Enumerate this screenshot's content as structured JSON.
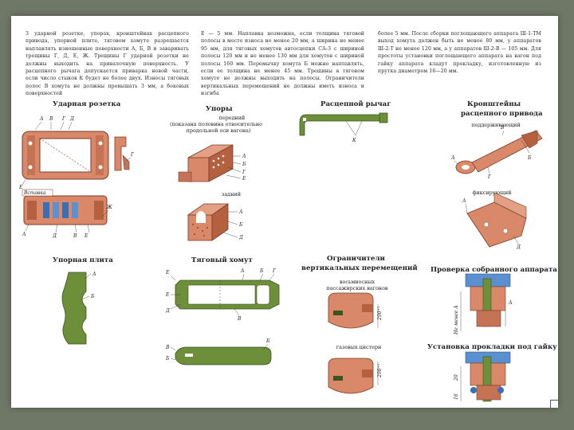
{
  "text_columns": [
    "З ударной розетке, упорах, кронштейнах расцепного привода, упорной плите, тяговом хомуте разрешается наплавлять изношенные поверхности А, Б, В и заваривать трещины Г, Д, Е, Ж. Трещины Г ударной розетки не должны выходить на привалочную поверхность. У расцепного рычага допускается приварка новой части, если число стыков К будет не более двух. Износы тяговых полос В хомута не должны превышать 3 мм, а боковых поверхностей",
    "Е — 5 мм. Наплавка возможна, если толщина тяговой полосы в месте износа не менее 20 мм, а ширина не менее 95 мм, для тяговых хомутов автосцепки СА-3 с шириной полосы 120 мм и не менее 130 мм для хомутов с шириной полосы 160 мм. Перемычку хомута Б можно наплавлять, если ее толщина не менее 45 мм. Трещины в тяговом хомуте не должны выходить на полосы. Ограничители вертикальных перемещений не должны иметь износа и изгиба",
    "более 5 мм. После сборки поглощающего аппарата Ш-1-ТМ выход хомута должен быть не менее 80 мм, у аппаратов Ш-2-Т не менее 120 мм, а у аппаратов Ш-2-В — 105 мм. Для простоты установки поглощающего аппарата на вагон под гайку аппарата кладут прокладку, изготовленную из прутка диаметром 16—20 мм."
  ],
  "figures": {
    "udarnaya": {
      "title": "Ударная розетка",
      "labels": [
        "А",
        "В",
        "Г",
        "Д",
        "Е",
        "Вставка",
        "А",
        "Д",
        "В",
        "Е",
        "Ж",
        "Г"
      ]
    },
    "upory": {
      "title": "Упоры",
      "sub1": "передний",
      "sub2": "(показана половина относительно",
      "sub3": "продольной оси вагона)",
      "sub4": "задний",
      "labels": [
        "А",
        "Б",
        "Г",
        "Е",
        "А",
        "Б",
        "Д"
      ]
    },
    "rychag": {
      "title": "Расцепной рычаг",
      "labels": [
        "К"
      ]
    },
    "kronshteiny": {
      "title1": "Кронштейны",
      "title2": "расцепного привода",
      "sub1": "поддерживающий",
      "sub2": "фиксирующий",
      "labels": [
        "А",
        "Г",
        "Б",
        "В",
        "А",
        "Д"
      ]
    },
    "plita": {
      "title": "Упорная плита",
      "labels": [
        "А",
        "Б"
      ]
    },
    "khomut": {
      "title": "Тяговый хомут",
      "labels": [
        "Е",
        "А",
        "Б",
        "Г",
        "Е",
        "Д",
        "В",
        "В",
        "Б",
        "Б"
      ]
    },
    "ogranichiteli": {
      "title1": "Ограничители",
      "title2": "вертикальных перемещений",
      "sub1": "восьмиосных",
      "sub2": "пассажирских вагонов",
      "sub3": "газовых цистерн",
      "dims": [
        "290⁺⁵",
        "290⁺⁵"
      ]
    },
    "proverka": {
      "title": "Проверка собранного аппарата",
      "dim": "Не менее А",
      "label_a": "А"
    },
    "ustanovka": {
      "title": "Установка прокладки под гайку",
      "dims": [
        "20",
        "16"
      ]
    }
  },
  "colors": {
    "part_orange": "#d9886a",
    "part_dark": "#b5603f",
    "green": "#6d8f3a",
    "blue": "#3b6fb5",
    "background": "#6f7867"
  }
}
